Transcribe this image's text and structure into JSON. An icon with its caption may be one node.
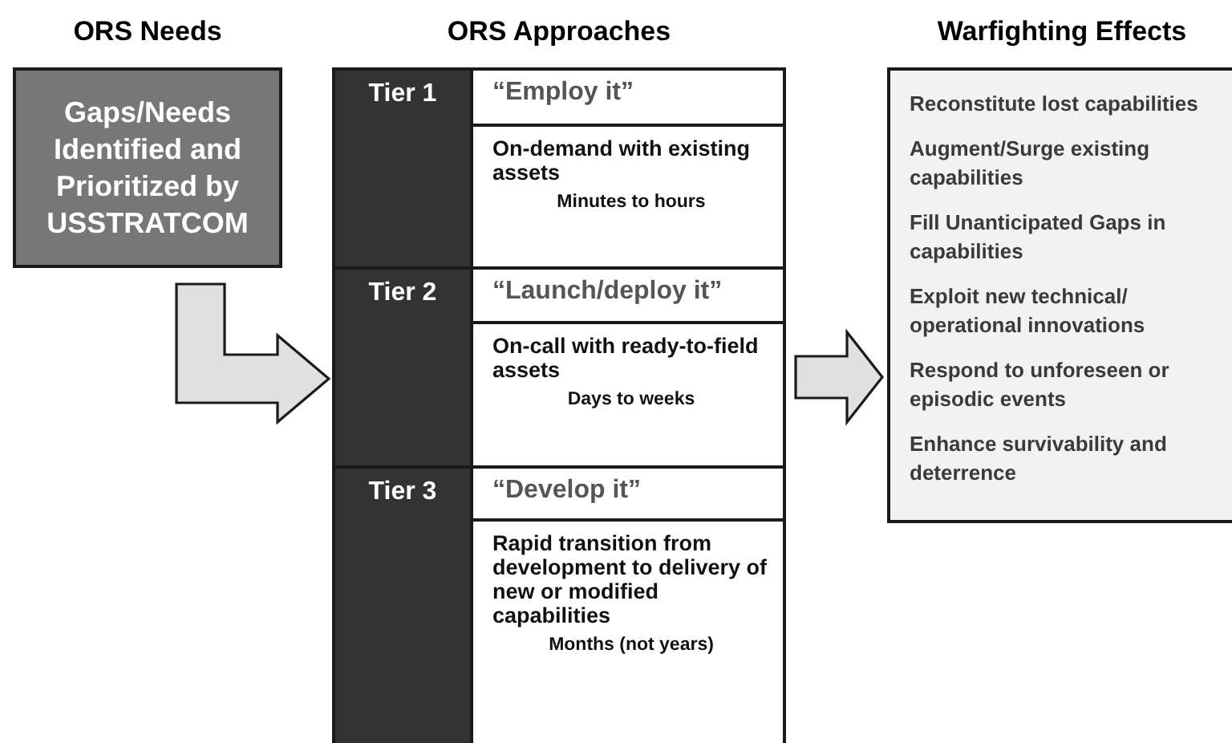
{
  "diagram": {
    "nodes": [
      {
        "text": [
          "ORS Needs",
          "Gaps/Needs Identified and Prioritized by USSTRATCOM"
        ]
      },
      {
        "text": [
          "ORS Approaches"
        ]
      },
      {
        "text": [
          "Tier 1"
        ],
        "in": 1
      },
      {
        "text": [
          "“Employ it”"
        ],
        "in": 1
      },
      {
        "text": [
          "On-demand with existing assets",
          "Minutes to hours"
        ],
        "in": 1
      },
      {
        "text": [
          "Tier 2"
        ],
        "in": 1
      },
      {
        "text": [
          "“Launch/deploy it”"
        ],
        "in": 1
      },
      {
        "text": [
          "On-call with ready-to-field assets",
          "Days to weeks"
        ],
        "in": 1
      },
      {
        "text": [
          "Tier 3"
        ],
        "in": 1
      },
      {
        "text": [
          "“Develop it”"
        ],
        "in": 1
      },
      {
        "text": [
          "Rapid transition from development to delivery of new or modified capabilities",
          "Months (not years)"
        ],
        "in": 1
      },
      {
        "text": [
          "Warfighting Effects",
          "Reconstitute lost capabilities",
          "Augment/Surge existing capabilities",
          "Fill Unanticipated Gaps in capabilities",
          "Exploit new technical/ operational innovations",
          "Respond to unforeseen or episodic events",
          "Enhance survivability and deterrence"
        ]
      }
    ],
    "edges": [
      {
        "from": 0,
        "to": 1,
        "arrow": "to"
      },
      {
        "from": 1,
        "to": 11,
        "arrow": "to"
      }
    ]
  }
}
